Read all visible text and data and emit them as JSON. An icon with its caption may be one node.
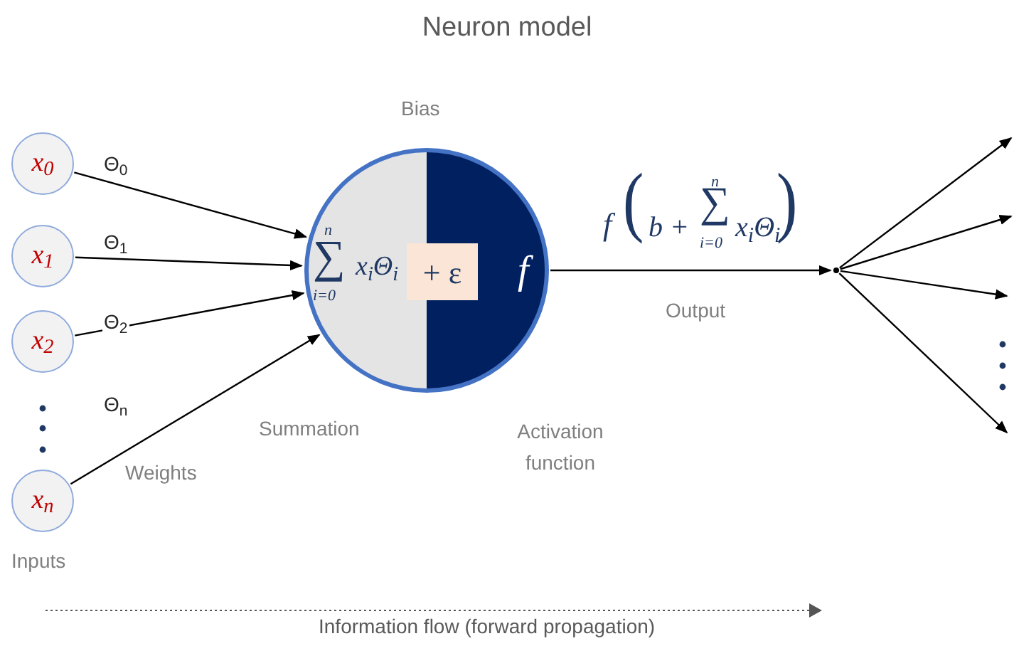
{
  "diagram": {
    "title": "Neuron model",
    "nodes": [
      {
        "text": [
          "x$_{0}$"
        ]
      },
      {
        "text": [
          "x$_{1}$"
        ]
      },
      {
        "text": [
          "x$_{2}$"
        ]
      },
      {
        "text": [
          "x$_{n}$"
        ]
      },
      {
        "text": [
          "n",
          "∑",
          "i=0",
          "x$_{i}$Θ$_{i}$",
          "+ ε",
          "f"
        ]
      },
      {
        "text": [],
        "shape": "circle"
      }
    ],
    "edges": [
      {
        "from": 0,
        "to": 4,
        "arrow": "to",
        "label": "Θ$_{0}$"
      },
      {
        "from": 1,
        "to": 4,
        "arrow": "to",
        "label": "Θ$_{1}$"
      },
      {
        "from": 2,
        "to": 4,
        "arrow": "to",
        "label": "Θ$_{2}$"
      },
      {
        "from": 3,
        "to": 4,
        "arrow": "to",
        "label": "Θ$_{n}$"
      },
      {
        "from": 4,
        "to": 5,
        "arrow": "to"
      },
      {
        "from": 5,
        "to": null,
        "arrow": "to"
      },
      {
        "from": 5,
        "to": null,
        "arrow": "to"
      },
      {
        "from": 5,
        "to": null,
        "arrow": "to"
      },
      {
        "from": 5,
        "to": null,
        "arrow": "to"
      }
    ],
    "labels": [
      "Bias",
      "f",
      "(",
      "b +",
      "n",
      "∑",
      "i=0",
      "x$_{i}$Θ$_{i}$",
      ")",
      "Output",
      "Summation",
      "Activation function",
      "Weights",
      "Inputs",
      "Information flow (forward propagation)"
    ]
  }
}
